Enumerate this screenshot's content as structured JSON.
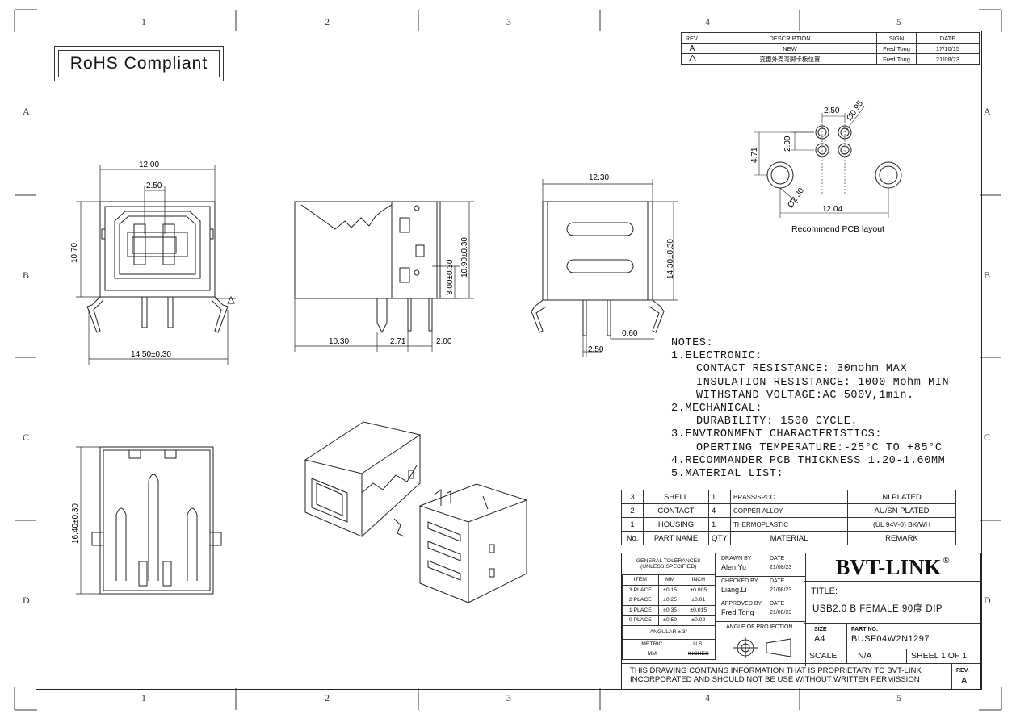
{
  "zones": {
    "columns": [
      "1",
      "2",
      "3",
      "4",
      "5"
    ],
    "rows": [
      "A",
      "B",
      "C",
      "D"
    ]
  },
  "rohs": "RoHS Compliant",
  "revision_table": {
    "headers": [
      "REV.",
      "DESCRIPTION",
      "SIGN",
      "DATE"
    ],
    "rows": [
      [
        "A",
        "NEW",
        "Fred.Tong",
        "17/10/15"
      ],
      [
        "",
        "变更外壳弯脚卡板位置",
        "Fred.Tong",
        "21/08/23"
      ]
    ]
  },
  "dimensions": {
    "front": {
      "width": "12.00",
      "pitch": "2.50",
      "height": "10.70",
      "pin_span": "14.50±0.30"
    },
    "side": {
      "depth": "10.30",
      "pin_offset": "2.71",
      "pin_gap": "2.00",
      "pin_height": "3.00±0.30",
      "body_height": "10.90±0.30"
    },
    "rear": {
      "width": "12.30",
      "height": "14.30±0.30",
      "pin_width": "0.60",
      "pin_pitch": "2.50"
    },
    "bottom": {
      "length": "16.40±0.30"
    },
    "pcb": {
      "pitch": "2.50",
      "hole": "Ø0.95",
      "row_gap": "2.00",
      "total": "4.71",
      "peg": "Ø2.30",
      "span": "12.04",
      "caption": "Recommend PCB layout"
    }
  },
  "notes": [
    "NOTES:",
    "1.ELECTRONIC:",
    "    CONTACT RESISTANCE: 30mohm MAX",
    "    INSULATION RESISTANCE: 1000 Mohm MIN",
    "    WITHSTAND VOLTAGE:AC 500V,1min.",
    "2.MECHANICAL:",
    "    DURABILITY: 1500 CYCLE.",
    "3.ENVIRONMENT CHARACTERISTICS:",
    "    OPERTING TEMPERATURE:-25°C TO +85°C",
    "4.RECOMMANDER PCB THICKNESS 1.20-1.60MM",
    "5.MATERIAL LIST:"
  ],
  "bom": {
    "rows": [
      [
        "3",
        "SHELL",
        "1",
        "BRASS/SPCC",
        "NI PLATED"
      ],
      [
        "2",
        "CONTACT",
        "4",
        "COPPER ALLOY",
        "AU/SN PLATED"
      ],
      [
        "1",
        "HOUSING",
        "1",
        "THERMOPLASTIC",
        "(UL 94V-0) BK/WH"
      ]
    ],
    "headers": [
      "No.",
      "PART NAME",
      "QTY",
      "MATERIAL",
      "REMARK"
    ]
  },
  "tolerances": {
    "title1": "GENERAL TOLERANCES",
    "title2": "(UNLESS SPECIFIED)",
    "headers": [
      "ITEM",
      "MM",
      "INCH"
    ],
    "rows": [
      [
        "3 PLACE",
        "±0.15",
        "±0.005"
      ],
      [
        "2 PLACE",
        "±0.25",
        "±0.01"
      ],
      [
        "1 PLACE",
        "±0.35",
        "±0.015"
      ],
      [
        "0 PLACE",
        "±0.50",
        "±0.02"
      ]
    ],
    "angular": "ANGULAR ± 3°",
    "units": [
      "METRIC",
      "U.S."
    ],
    "unit_values": [
      "MM",
      "INCHES"
    ]
  },
  "signoff": {
    "drawn_label": "DRAWN BY",
    "drawn_by": "Alen.Yu",
    "checked_label": "CHECKED BY",
    "checked_by": "Liang.Li",
    "approved_label": "APPROVED BY",
    "approved_by": "Fred.Tong",
    "date_label": "DATE",
    "date": "21/08/23",
    "projection": "ANGLE OF PROJECTION"
  },
  "title_block": {
    "company": "BVT-LINK",
    "title_label": "TITLE:",
    "title": "USB2.0 B FEMALE 90度 DIP",
    "size_label": "SIZE",
    "size": "A4",
    "part_label": "PART NO.",
    "part_no": "BUSF04W2N1297",
    "scale_label": "SCALE",
    "scale": "N/A",
    "sheet": "SHEEL 1 OF 1",
    "notice1": "THIS DRAWING CONTAINS INFORMATION THAT IS PROPRIETARY TO BVT-LINK",
    "notice2": "INCORPORATED AND SHOULD NOT BE USE WITHOUT WRITTEN PERMISSION",
    "rev_label": "REV.",
    "rev": "A"
  }
}
